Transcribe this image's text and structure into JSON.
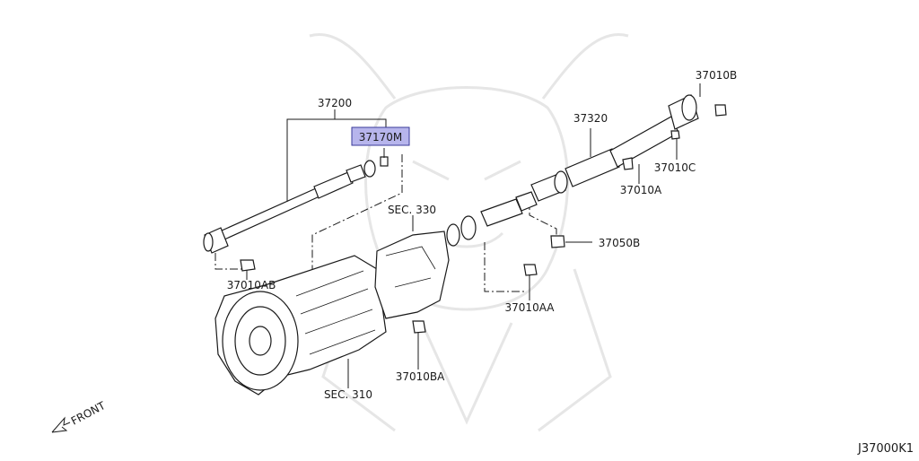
{
  "labels": {
    "p37200": "37200",
    "p37170m": "37170M",
    "p37320": "37320",
    "p37010b": "37010B",
    "p37010c": "37010C",
    "p37010a": "37010A",
    "p37050b": "37050B",
    "p37010aa": "37010AA",
    "p37010ab": "37010AB",
    "p37010ba": "37010BA",
    "sec330": "SEC. 330",
    "sec310": "SEC. 310",
    "front": "FRONT",
    "diagram_code": "J37000K1"
  },
  "highlight_color": "#b7b5ec"
}
